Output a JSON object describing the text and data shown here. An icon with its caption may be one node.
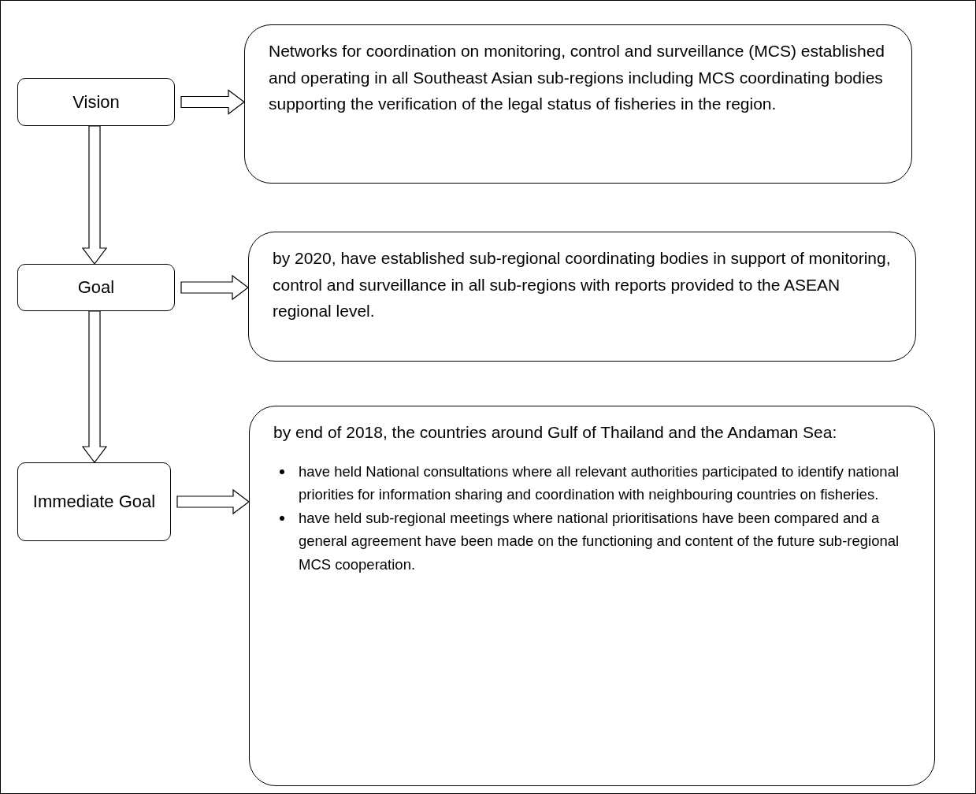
{
  "diagram": {
    "nodes": [
      {
        "text": [
          "Vision"
        ]
      },
      {
        "text": [
          "Networks for coordination on monitoring, control and surveillance (MCS) established and operating in all Southeast Asian sub-regions including MCS coordinating bodies supporting the verification of the legal status of fisheries in the region."
        ]
      },
      {
        "text": [
          "Goal"
        ]
      },
      {
        "text": [
          "by 2020, have established sub-regional coordinating bodies in support of monitoring, control and surveillance in all sub-regions with reports provided to the ASEAN regional level."
        ]
      },
      {
        "text": [
          "Immediate Goal"
        ]
      },
      {
        "text": [
          "by end of 2018, the countries around Gulf of Thailand and the Andaman Sea:",
          "have held National consultations where all relevant authorities participated to identify national priorities for information sharing and coordination with neighbouring countries on fisheries.",
          "have held sub-regional meetings where national prioritisations have been compared and a general agreement have been made on the functioning and content of the future sub-regional MCS cooperation."
        ]
      }
    ],
    "edges": [
      {
        "from": 0,
        "to": 1,
        "arrow": "to"
      },
      {
        "from": 0,
        "to": 2,
        "arrow": "to"
      },
      {
        "from": 2,
        "to": 3,
        "arrow": "to"
      },
      {
        "from": 2,
        "to": 4,
        "arrow": "to"
      },
      {
        "from": 4,
        "to": 5,
        "arrow": "to"
      }
    ]
  }
}
